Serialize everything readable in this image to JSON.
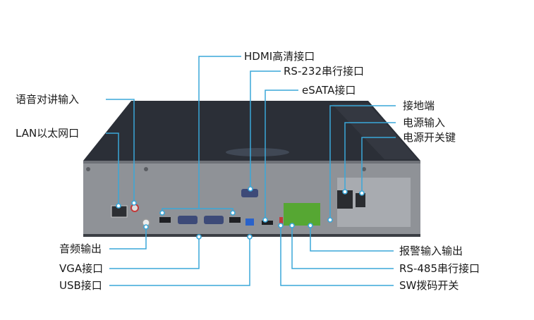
{
  "labels": {
    "hdmi": "HDMI高清接口",
    "rs232": "RS-232串行接口",
    "esata": "eSATA接口",
    "intercom": "语音对讲输入",
    "lan": "LAN以太网口",
    "ground": "接地端",
    "power_in": "电源输入",
    "power_switch": "电源开关键",
    "audio_out": "音频输出",
    "vga": "VGA接口",
    "usb": "USB接口",
    "alarm_io": "报警输入输出",
    "rs485": "RS-485串行接口",
    "sw_dip": "SW拨码开关"
  },
  "colors": {
    "leader_line": "#3aa7d9",
    "chassis_top": "#2c3038",
    "chassis_panel": "#8e9196",
    "terminal_green": "#55a832",
    "port_blue": "#2a62c9"
  }
}
